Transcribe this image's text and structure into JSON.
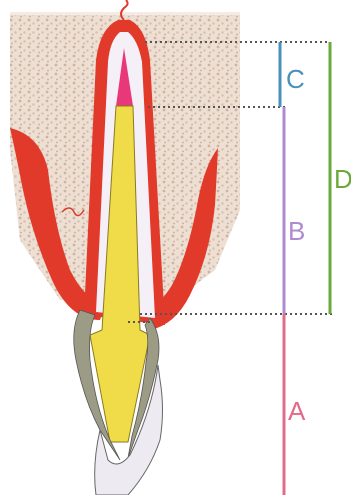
{
  "labels": {
    "a": "A",
    "b": "B",
    "c": "C",
    "d": "D"
  },
  "colors": {
    "gum": "#e23a2a",
    "bone_base": "#e7d7c7",
    "bone_speckle": "#c9a99a",
    "root_canal": "#f0dc48",
    "apex_tissue": "#e8387a",
    "cementum": "#9c9c86",
    "dentin_outline": "#4a4a4a",
    "line_a": "#e26a8a",
    "line_b": "#b08ad0",
    "line_c": "#4a90b8",
    "line_d": "#6aaa3a",
    "dotted": "#555555"
  }
}
